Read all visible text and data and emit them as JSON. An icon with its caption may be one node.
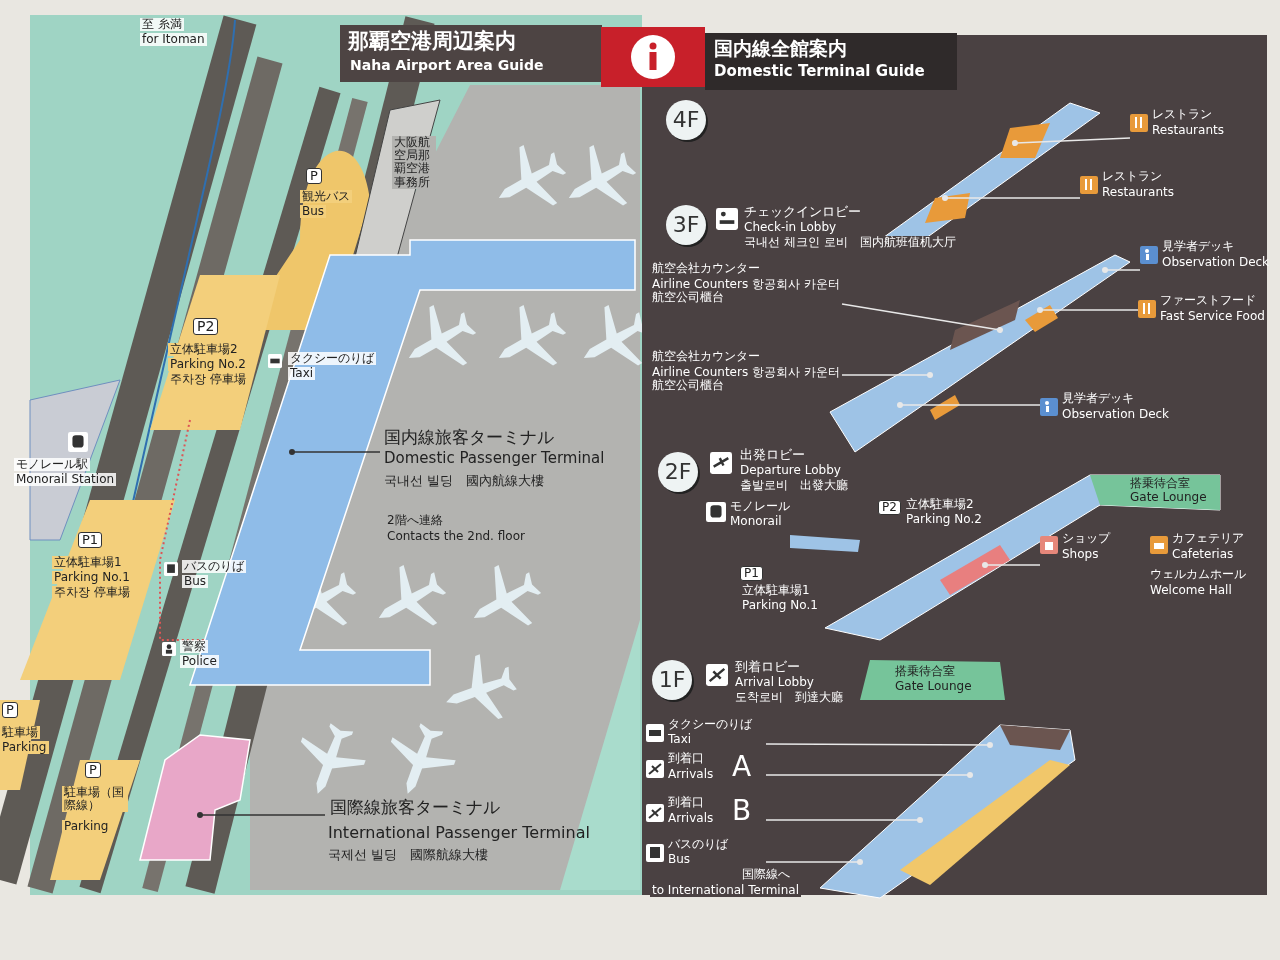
{
  "diagram": {
    "nodes": [
      {
        "text": [
          "国内線旅客ターミナル",
          "Domestic Passenger Terminal",
          "국내선 빌딩　國內航線大樓"
        ]
      },
      {
        "text": [],
        "shape": "box"
      },
      {
        "text": [
          "国際線旅客ターミナル",
          "International Passenger Terminal",
          "국제선 빌딩　國際航線大樓"
        ]
      },
      {
        "text": [],
        "shape": "box"
      },
      {
        "text": [],
        "shape": "picture"
      },
      {
        "text": [],
        "shape": "picture"
      },
      {
        "text": [],
        "shape": "picture"
      },
      {
        "text": [],
        "shape": "picture"
      },
      {
        "text": [
          "レストラン",
          "Restaurants"
        ]
      },
      {
        "text": [
          "レストラン",
          "Restaurants"
        ]
      },
      {
        "text": [
          "航空会社カウンター",
          "Airline Counters 항공회사 카운터 航空公司櫃台"
        ]
      },
      {
        "text": [
          "見学者デッキ",
          "Observation Deck"
        ]
      },
      {
        "text": [
          "ファーストフード",
          "Fast Service Food"
        ]
      },
      {
        "text": [
          "航空会社カウンター",
          "Airline Counters 항공회사 카운터 航空公司櫃台"
        ]
      },
      {
        "text": [
          "見学者デッキ",
          "Observation Deck"
        ]
      },
      {
        "text": [
          "ショップ",
          "Shops",
          "カフェテリア",
          "Cafeterias",
          "ウェルカムホール",
          "Welcome Hall"
        ]
      },
      {
        "text": [
          "タクシーのりば",
          "Taxi"
        ]
      },
      {
        "text": [
          "到着口",
          "Arrivals",
          "A"
        ]
      },
      {
        "text": [
          "到着口",
          "Arrivals",
          "B"
        ]
      },
      {
        "text": [
          "バスのりば",
          "Bus"
        ]
      }
    ],
    "edges": [
      {
        "from": 0,
        "to": 1,
        "arrow": "other",
        "color": "#333333"
      },
      {
        "from": 2,
        "to": 3,
        "arrow": "other",
        "color": "#333333"
      },
      {
        "from": 8,
        "to": 4,
        "arrow": "other"
      },
      {
        "from": 9,
        "to": 4,
        "arrow": "other"
      },
      {
        "from": 10,
        "to": 5,
        "arrow": "other"
      },
      {
        "from": 11,
        "to": 5,
        "arrow": "other"
      },
      {
        "from": 12,
        "to": 5,
        "arrow": "other"
      },
      {
        "from": 13,
        "to": 5,
        "arrow": "other"
      },
      {
        "from": 14,
        "to": 5,
        "arrow": "other"
      },
      {
        "from": 15,
        "to": 6,
        "arrow": "other"
      },
      {
        "from": 16,
        "to": 7,
        "arrow": "other"
      },
      {
        "from": 17,
        "to": 7,
        "arrow": "other"
      },
      {
        "from": 18,
        "to": 7,
        "arrow": "other"
      },
      {
        "from": 19,
        "to": 7,
        "arrow": "other"
      }
    ],
    "labels": [
      "那覇空港周辺案内",
      "Naha Airport Area Guide",
      "国内線全館案内",
      "Domestic Terminal Guide",
      "至 糸満",
      "for Itoman",
      "P",
      "観光バス",
      "Bus",
      "大阪航空局那覇空港事務所",
      "P2",
      "立体駐車場2",
      "Parking No.2",
      "주차장 停車場",
      "タクシーのりば",
      "Taxi",
      "モノレール駅",
      "Monorail Station",
      "2階へ連絡",
      "Contacts the 2nd. floor",
      "P1",
      "立体駐車場1",
      "Parking No.1",
      "주차장 停車場",
      "バスのりば",
      "Bus",
      "警察",
      "Police",
      "P",
      "駐車場",
      "Parking",
      "P",
      "駐車場（国際線）",
      "Parking",
      "4F",
      "3F",
      "チェックインロビー",
      "Check-in Lobby",
      "국내선 체크인 로비　国内航班值机大厅",
      "2F",
      "出発ロビー",
      "Departure Lobby",
      "출발로비　出發大廳",
      "モノレール",
      "Monorail",
      "P2",
      "立体駐車場2",
      "Parking No.2",
      "P1",
      "立体駐車場1",
      "Parking No.1",
      "搭乗待合室",
      "Gate Lounge",
      "搭乗待合室",
      "Gate Lounge",
      "1F",
      "到着ロビー",
      "Arrival Lobby",
      "도착로비　到達大廳",
      "国際線へ",
      "to International Terminal"
    ]
  }
}
